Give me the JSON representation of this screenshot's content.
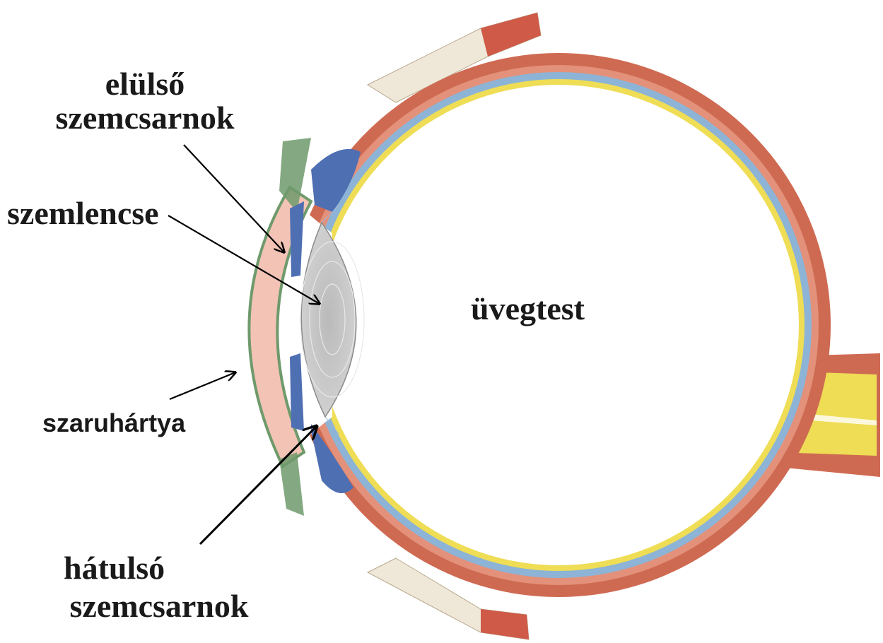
{
  "labels": {
    "anterior_chamber": {
      "line1": "elülső",
      "line2": "szemcsarnok"
    },
    "lens": "szemlencse",
    "vitreous": "üvegtest",
    "cornea": "szaruhártya",
    "posterior_chamber": {
      "line1": "hátulsó",
      "line2": "szemcsarnok"
    }
  },
  "colors": {
    "sclera": "#cf6a52",
    "sclera_inner": "#e3917a",
    "choroid": "#8db4d6",
    "retina": "#eedd55",
    "cornea": "#f3c3b6",
    "conjunctiva": "#6f9a6c",
    "lens": "#c8c9c8",
    "ciliary": "#4f6fb3",
    "arrow": "#000000"
  }
}
